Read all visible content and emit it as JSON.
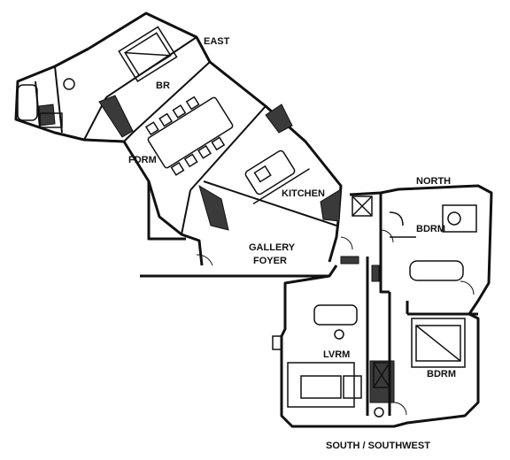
{
  "labels": {
    "east": "EAST",
    "north": "NORTH",
    "south": "SOUTH / SOUTHWEST",
    "br": "BR",
    "fdrm": "FDRM",
    "kitchen": "KITCHEN",
    "gallery": "GALLERY",
    "foyer": "FOYER",
    "bdrm_north": "BDRM",
    "lvrm": "LVRM",
    "bdrm_south": "BDRM"
  },
  "colors": {
    "line": "#111111",
    "fill": "#3a3a3a",
    "paper": "#ffffff"
  }
}
